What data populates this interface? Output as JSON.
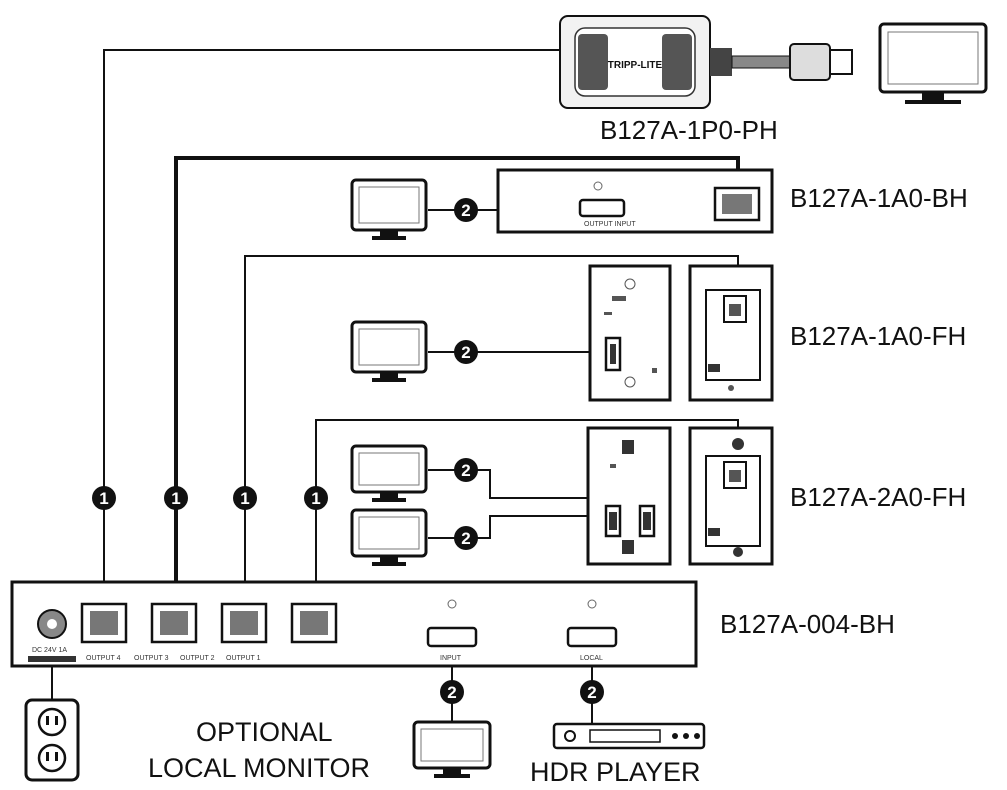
{
  "devices": {
    "transmitter": "B127A-1P0-PH",
    "receiver_box": "B127A-1A0-BH",
    "receiver_1port_plate": "B127A-1A0-FH",
    "receiver_2port_plate": "B127A-2A0-FH",
    "splitter": "B127A-004-BH"
  },
  "splitter_ports": {
    "power": "DC 24V 1A",
    "outputs": [
      "OUTPUT 4",
      "OUTPUT 3",
      "OUTPUT 2",
      "OUTPUT 1"
    ],
    "input": "INPUT",
    "local": "LOCAL"
  },
  "receiver_box_port": "OUTPUT INPUT",
  "captions": {
    "optional_line1": "OPTIONAL",
    "optional_line2": "LOCAL MONITOR",
    "hdr_player": "HDR PLAYER"
  },
  "badges": {
    "cable_cat": "1",
    "cable_hdmi": "2"
  },
  "brand": "TRIPP-LITE"
}
